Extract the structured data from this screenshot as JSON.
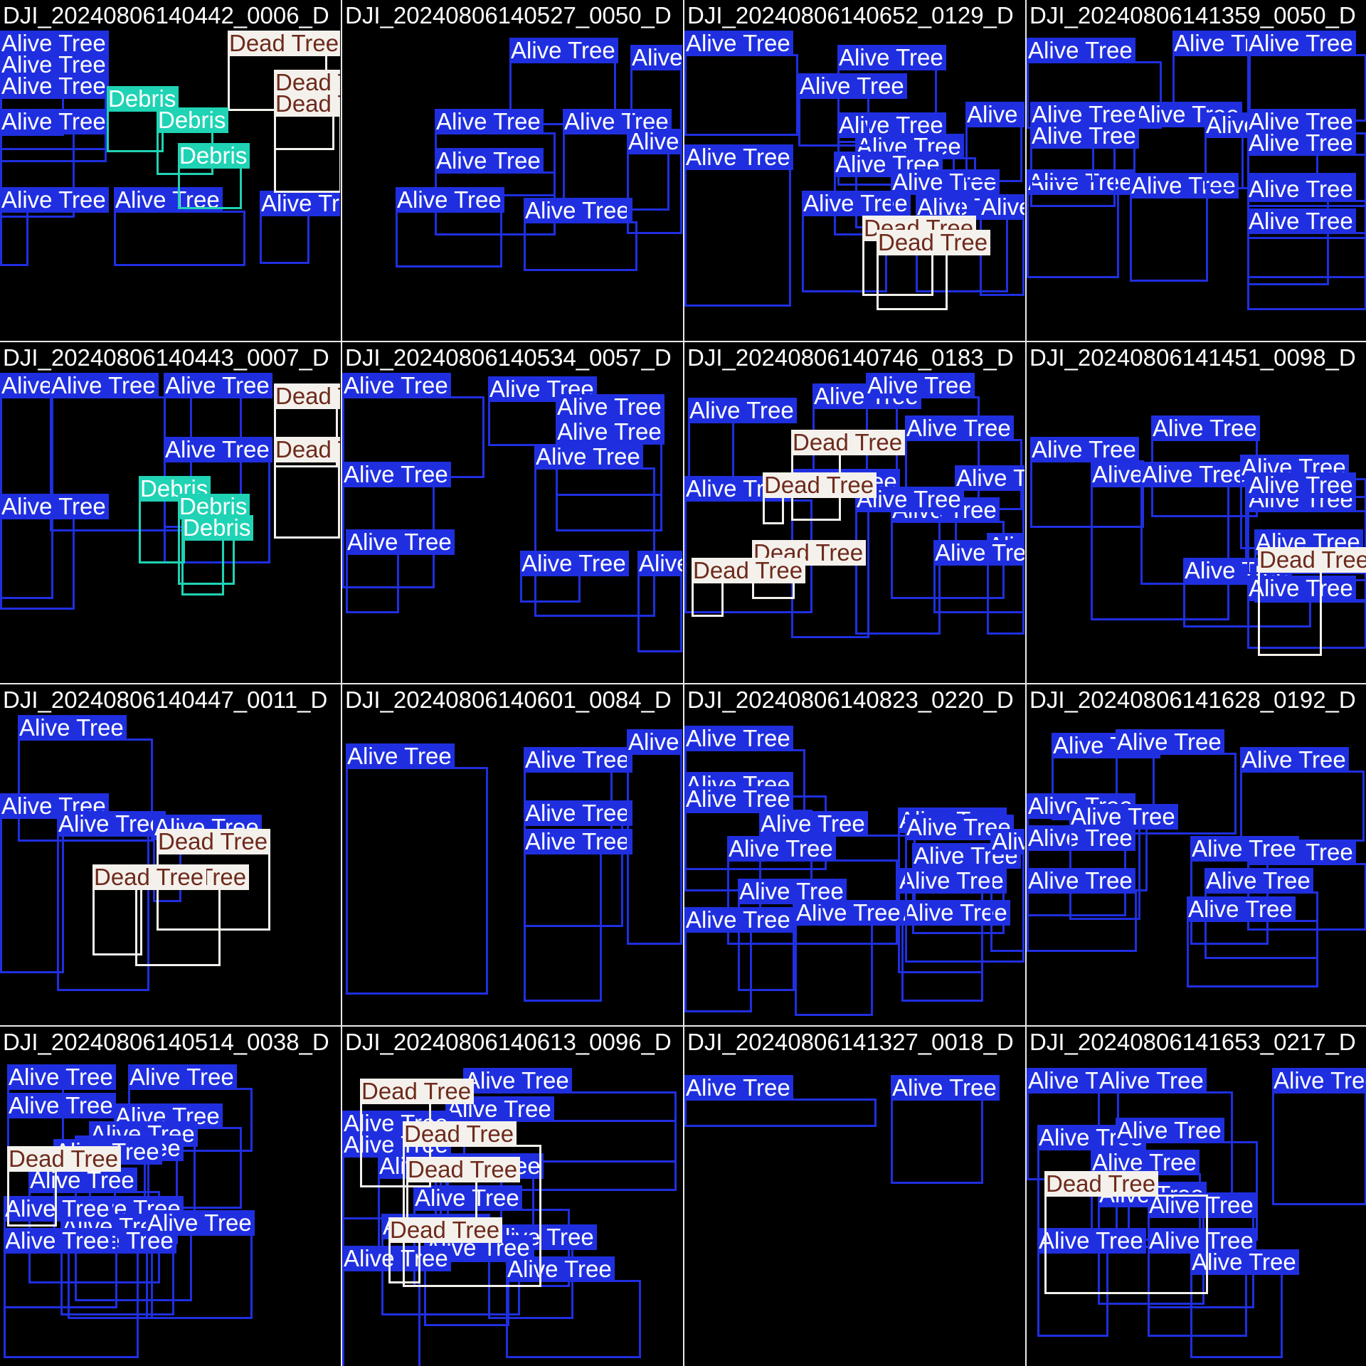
{
  "colors": {
    "background": "#000000",
    "alive_tree": "#1f2fe0",
    "dead_tree_bg": "#f4f1ec",
    "dead_tree_text": "#6e2a1c",
    "debris": "#1fd3b4",
    "title_text": "#ffffff"
  },
  "labels": {
    "alive": "Alive Tree",
    "dead": "Dead Tree",
    "debris": "Debris"
  },
  "tiles": [
    {
      "title": "DJI_20240806140442_0006_D",
      "detections": [
        {
          "cls": "alive"
        },
        {
          "cls": "alive"
        },
        {
          "cls": "alive"
        },
        {
          "cls": "alive"
        },
        {
          "cls": "alive"
        },
        {
          "cls": "alive"
        },
        {
          "cls": "alive"
        },
        {
          "cls": "dead"
        },
        {
          "cls": "dead"
        },
        {
          "cls": "dead"
        },
        {
          "cls": "debris"
        },
        {
          "cls": "debris"
        },
        {
          "cls": "debris"
        }
      ]
    },
    {
      "title": "DJI_20240806140527_0050_D",
      "detections": [
        {
          "cls": "alive"
        },
        {
          "cls": "alive"
        },
        {
          "cls": "alive"
        },
        {
          "cls": "alive"
        },
        {
          "cls": "alive"
        },
        {
          "cls": "alive"
        },
        {
          "cls": "alive"
        },
        {
          "cls": "alive"
        }
      ]
    },
    {
      "title": "DJI_20240806140652_0129_D",
      "detections": [
        {
          "cls": "alive"
        },
        {
          "cls": "alive"
        },
        {
          "cls": "alive"
        },
        {
          "cls": "alive"
        },
        {
          "cls": "alive"
        },
        {
          "cls": "alive"
        },
        {
          "cls": "alive"
        },
        {
          "cls": "alive"
        },
        {
          "cls": "alive"
        },
        {
          "cls": "alive"
        },
        {
          "cls": "alive"
        },
        {
          "cls": "alive"
        },
        {
          "cls": "dead"
        },
        {
          "cls": "dead"
        }
      ]
    },
    {
      "title": "DJI_20240806141359_0050_D",
      "detections": [
        {
          "cls": "alive"
        },
        {
          "cls": "alive"
        },
        {
          "cls": "alive"
        },
        {
          "cls": "alive"
        },
        {
          "cls": "alive"
        },
        {
          "cls": "alive"
        },
        {
          "cls": "alive"
        },
        {
          "cls": "alive"
        },
        {
          "cls": "alive"
        },
        {
          "cls": "alive"
        },
        {
          "cls": "alive"
        },
        {
          "cls": "alive"
        },
        {
          "cls": "alive"
        },
        {
          "cls": "alive"
        }
      ]
    },
    {
      "title": "DJI_20240806140443_0007_D",
      "detections": [
        {
          "cls": "alive"
        },
        {
          "cls": "alive"
        },
        {
          "cls": "alive"
        },
        {
          "cls": "alive"
        },
        {
          "cls": "alive"
        },
        {
          "cls": "dead"
        },
        {
          "cls": "dead"
        },
        {
          "cls": "debris"
        },
        {
          "cls": "debris"
        },
        {
          "cls": "debris"
        }
      ]
    },
    {
      "title": "DJI_20240806140534_0057_D",
      "detections": [
        {
          "cls": "alive"
        },
        {
          "cls": "alive"
        },
        {
          "cls": "alive"
        },
        {
          "cls": "alive"
        },
        {
          "cls": "alive"
        },
        {
          "cls": "alive"
        },
        {
          "cls": "alive"
        },
        {
          "cls": "alive"
        },
        {
          "cls": "alive"
        }
      ]
    },
    {
      "title": "DJI_20240806140746_0183_D",
      "detections": [
        {
          "cls": "alive"
        },
        {
          "cls": "alive"
        },
        {
          "cls": "alive"
        },
        {
          "cls": "alive"
        },
        {
          "cls": "alive"
        },
        {
          "cls": "alive"
        },
        {
          "cls": "alive"
        },
        {
          "cls": "alive"
        },
        {
          "cls": "alive"
        },
        {
          "cls": "alive"
        },
        {
          "cls": "alive"
        },
        {
          "cls": "dead"
        },
        {
          "cls": "dead"
        },
        {
          "cls": "dead"
        },
        {
          "cls": "dead"
        }
      ]
    },
    {
      "title": "DJI_20240806141451_0098_D",
      "detections": [
        {
          "cls": "alive"
        },
        {
          "cls": "alive"
        },
        {
          "cls": "alive"
        },
        {
          "cls": "alive"
        },
        {
          "cls": "alive"
        },
        {
          "cls": "alive"
        },
        {
          "cls": "alive"
        },
        {
          "cls": "alive"
        },
        {
          "cls": "alive"
        },
        {
          "cls": "alive"
        },
        {
          "cls": "dead"
        }
      ]
    },
    {
      "title": "DJI_20240806140447_0011_D",
      "detections": [
        {
          "cls": "alive"
        },
        {
          "cls": "alive"
        },
        {
          "cls": "alive"
        },
        {
          "cls": "alive"
        },
        {
          "cls": "dead"
        },
        {
          "cls": "dead"
        },
        {
          "cls": "dead"
        }
      ]
    },
    {
      "title": "DJI_20240806140601_0084_D",
      "detections": [
        {
          "cls": "alive"
        },
        {
          "cls": "alive"
        },
        {
          "cls": "alive"
        },
        {
          "cls": "alive"
        },
        {
          "cls": "alive"
        }
      ]
    },
    {
      "title": "DJI_20240806140823_0220_D",
      "detections": [
        {
          "cls": "alive"
        },
        {
          "cls": "alive"
        },
        {
          "cls": "alive"
        },
        {
          "cls": "alive"
        },
        {
          "cls": "alive"
        },
        {
          "cls": "alive"
        },
        {
          "cls": "alive"
        },
        {
          "cls": "alive"
        },
        {
          "cls": "alive"
        },
        {
          "cls": "alive"
        },
        {
          "cls": "alive"
        },
        {
          "cls": "alive"
        },
        {
          "cls": "alive"
        },
        {
          "cls": "alive"
        }
      ]
    },
    {
      "title": "DJI_20240806141628_0192_D",
      "detections": [
        {
          "cls": "alive"
        },
        {
          "cls": "alive"
        },
        {
          "cls": "alive"
        },
        {
          "cls": "alive"
        },
        {
          "cls": "alive"
        },
        {
          "cls": "alive"
        },
        {
          "cls": "alive"
        },
        {
          "cls": "alive"
        },
        {
          "cls": "alive"
        },
        {
          "cls": "alive"
        },
        {
          "cls": "alive"
        }
      ]
    },
    {
      "title": "DJI_20240806140514_0038_D",
      "detections": [
        {
          "cls": "alive"
        },
        {
          "cls": "alive"
        },
        {
          "cls": "alive"
        },
        {
          "cls": "alive"
        },
        {
          "cls": "alive"
        },
        {
          "cls": "alive"
        },
        {
          "cls": "alive"
        },
        {
          "cls": "alive"
        },
        {
          "cls": "alive"
        },
        {
          "cls": "alive"
        },
        {
          "cls": "alive"
        },
        {
          "cls": "alive"
        },
        {
          "cls": "alive"
        },
        {
          "cls": "alive"
        },
        {
          "cls": "dead"
        }
      ]
    },
    {
      "title": "DJI_20240806140613_0096_D",
      "detections": [
        {
          "cls": "alive"
        },
        {
          "cls": "alive"
        },
        {
          "cls": "alive"
        },
        {
          "cls": "alive"
        },
        {
          "cls": "alive"
        },
        {
          "cls": "alive"
        },
        {
          "cls": "alive"
        },
        {
          "cls": "alive"
        },
        {
          "cls": "alive"
        },
        {
          "cls": "alive"
        },
        {
          "cls": "alive"
        },
        {
          "cls": "alive"
        },
        {
          "cls": "dead"
        },
        {
          "cls": "dead"
        },
        {
          "cls": "dead"
        },
        {
          "cls": "dead"
        }
      ]
    },
    {
      "title": "DJI_20240806141327_0018_D",
      "detections": [
        {
          "cls": "alive"
        },
        {
          "cls": "alive"
        }
      ]
    },
    {
      "title": "DJI_20240806141653_0217_D",
      "detections": [
        {
          "cls": "alive"
        },
        {
          "cls": "alive"
        },
        {
          "cls": "alive"
        },
        {
          "cls": "alive"
        },
        {
          "cls": "alive"
        },
        {
          "cls": "alive"
        },
        {
          "cls": "alive"
        },
        {
          "cls": "alive"
        },
        {
          "cls": "alive"
        },
        {
          "cls": "alive"
        },
        {
          "cls": "alive"
        },
        {
          "cls": "dead"
        }
      ]
    }
  ]
}
